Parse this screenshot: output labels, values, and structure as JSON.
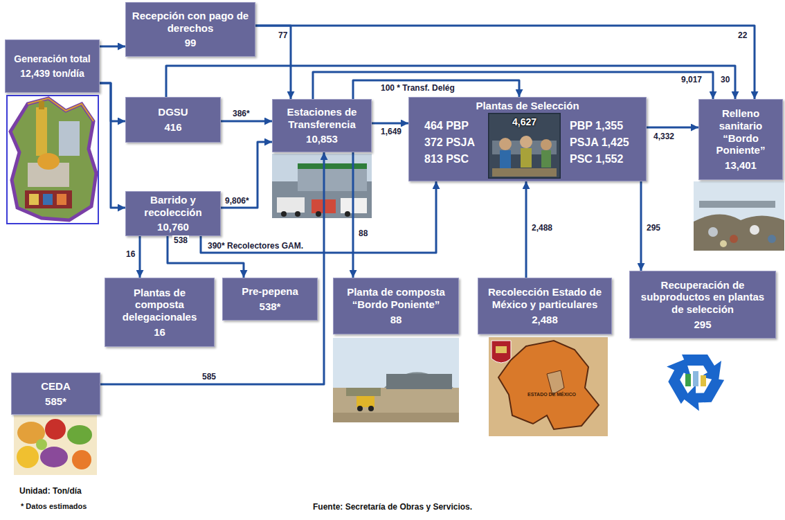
{
  "diagram": {
    "nodes": [
      {
        "text": [
          "Recepción con pago de derechos",
          "99"
        ]
      },
      {
        "text": [
          "Generación total",
          "12,439 ton/día"
        ]
      },
      {
        "text": [
          "DGSU",
          "416"
        ]
      },
      {
        "text": [
          "Estaciones de Transferencia",
          "10,853"
        ]
      },
      {
        "text": [
          "Plantas de Selección",
          "464 PBP",
          "372 PSJA",
          "813 PSC",
          "4,627",
          "PBP 1,355",
          "PSJA 1,425",
          "PSC 1,552"
        ]
      },
      {
        "text": [
          "Relleno sanitario “Bordo Poniente”",
          "13,401"
        ]
      },
      {
        "text": [
          "Barrido y recolección",
          "10,760"
        ]
      },
      {
        "text": [
          "Plantas de composta delegacionales",
          "16"
        ]
      },
      {
        "text": [
          "Pre-pepena",
          "538*"
        ]
      },
      {
        "text": [
          "Planta de composta “Bordo Poniente”",
          "88"
        ]
      },
      {
        "text": [
          "Recolección Estado de México y particulares",
          "2,488"
        ]
      },
      {
        "text": [
          "Recuperación de subproductos en plantas de selección",
          "295"
        ]
      },
      {
        "text": [
          "CEDA",
          "585*"
        ]
      }
    ],
    "edges": [
      {
        "from": 1,
        "to": 0,
        "arrow": "to"
      },
      {
        "from": 1,
        "to": 2,
        "arrow": "to"
      },
      {
        "from": 1,
        "to": 6,
        "arrow": "to"
      },
      {
        "from": 0,
        "to": 3,
        "label": "77",
        "arrow": "to"
      },
      {
        "from": 0,
        "to": 5,
        "label": "22",
        "arrow": "to"
      },
      {
        "from": 2,
        "to": 3,
        "label": "386*",
        "arrow": "to"
      },
      {
        "from": 2,
        "to": 5,
        "label": "30",
        "arrow": "to"
      },
      {
        "from": 3,
        "to": 5,
        "label": "9,017",
        "arrow": "to"
      },
      {
        "from": 3,
        "to": 4,
        "label": "100 * Transf. Delég",
        "arrow": "to"
      },
      {
        "from": 3,
        "to": 4,
        "label": "1,649",
        "arrow": "to"
      },
      {
        "from": 6,
        "to": 3,
        "label": "9,806*",
        "arrow": "to"
      },
      {
        "from": 6,
        "to": 4,
        "label": "390* Recolectores GAM.",
        "arrow": "to"
      },
      {
        "from": 6,
        "to": 7,
        "label": "16",
        "arrow": "to"
      },
      {
        "from": 6,
        "to": 8,
        "label": "538",
        "arrow": "to"
      },
      {
        "from": 3,
        "to": 9,
        "label": "88",
        "arrow": "to"
      },
      {
        "from": 4,
        "to": 5,
        "label": "4,332",
        "arrow": "to"
      },
      {
        "from": 4,
        "to": 11,
        "label": "295",
        "arrow": "to"
      },
      {
        "from": 10,
        "to": 4,
        "label": "2,488",
        "arrow": "to"
      },
      {
        "from": 12,
        "to": 3,
        "label": "585",
        "arrow": "to"
      }
    ],
    "labels": [
      "Unidad: Ton/día",
      "* Datos estimados",
      "Fuente: Secretaría de Obras y Servicios.",
      "ESTADO DE MÉXICO"
    ]
  }
}
